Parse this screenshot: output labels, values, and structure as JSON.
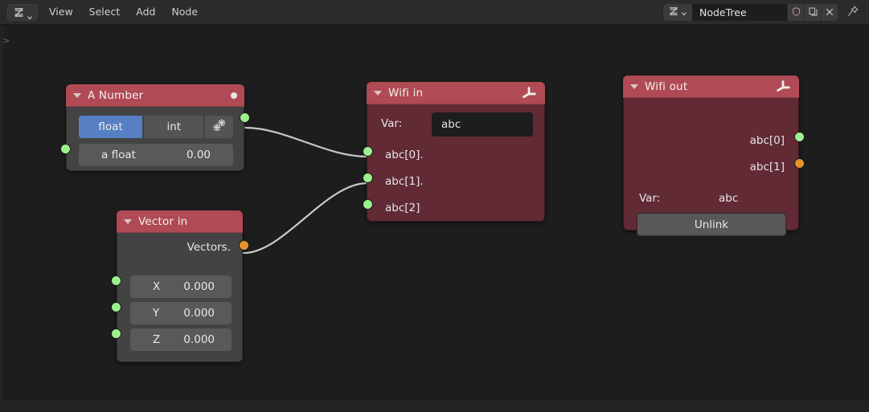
{
  "header": {
    "editor_type_icon": "node-editor-icon",
    "dropdown_icon": "chevron-down-icon",
    "menus": [
      {
        "label": "View"
      },
      {
        "label": "Select"
      },
      {
        "label": "Add"
      },
      {
        "label": "Node"
      }
    ],
    "datablock": {
      "type_icon": "node-editor-icon",
      "name": "NodeTree",
      "fake_user_icon": "shield-icon",
      "duplicate_icon": "copy-icon",
      "unlink_icon": "x-icon",
      "pin_icon": "pin-icon"
    }
  },
  "canvas": {
    "region_toggle": ">",
    "background_color": "#1d1d1d",
    "link_color": "#c8c8c8"
  },
  "colors": {
    "node_header_red": "#b04a54",
    "node_body_grey": "#434343",
    "node_body_maroon": "#612a35",
    "socket_green": "#9df08e",
    "socket_orange": "#e5922a",
    "toggle_active_blue": "#5680c2"
  },
  "nodes": [
    {
      "id": "a-number",
      "title": "A Number",
      "header_dot": true,
      "collapse_icon": "triangle-down-icon",
      "toggle": {
        "options": [
          "float",
          "int"
        ],
        "selected": "float",
        "settings_icon": "gears-icon"
      },
      "value_field": {
        "name": "a float",
        "value": "0.00"
      },
      "input_socket": "green",
      "output_socket": "green"
    },
    {
      "id": "vector-in",
      "title": "Vector in",
      "collapse_icon": "triangle-down-icon",
      "output_label": "Vectors.",
      "output_socket": "orange",
      "fields": [
        {
          "name": "X",
          "value": "0.000",
          "socket": "green"
        },
        {
          "name": "Y",
          "value": "0.000",
          "socket": "green"
        },
        {
          "name": "Z",
          "value": "0.000",
          "socket": "green"
        }
      ]
    },
    {
      "id": "wifi-in",
      "title": "Wifi in",
      "collapse_icon": "triangle-down-icon",
      "header_icon": "three-prong-axis-icon",
      "var_label": "Var:",
      "var_value": "abc",
      "outputs": [
        {
          "label": "abc[0].",
          "socket": "green"
        },
        {
          "label": "abc[1].",
          "socket": "green"
        },
        {
          "label": "abc[2]",
          "socket": "green"
        }
      ]
    },
    {
      "id": "wifi-out",
      "title": "Wifi out",
      "collapse_icon": "triangle-down-icon",
      "header_icon": "three-prong-axis-icon",
      "outputs": [
        {
          "label": "abc[0]",
          "socket": "green"
        },
        {
          "label": "abc[1]",
          "socket": "orange"
        }
      ],
      "var_label": "Var:",
      "var_value": "abc",
      "unlink_button": "Unlink"
    }
  ]
}
